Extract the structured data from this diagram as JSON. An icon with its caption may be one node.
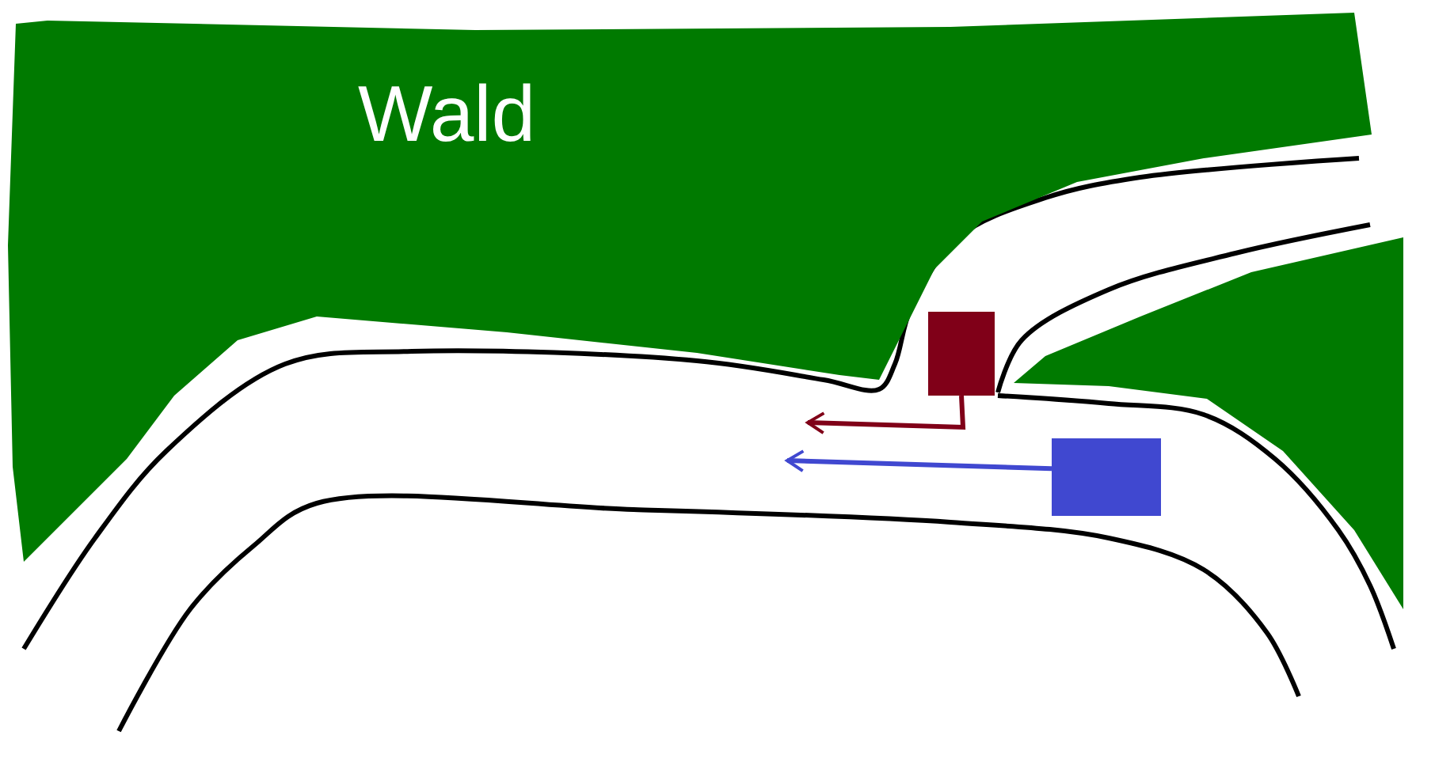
{
  "diagram": {
    "nodes": [
      {
        "text": [
          "Wald"
        ]
      },
      {
        "text": [],
        "shape": "box"
      },
      {
        "text": [],
        "shape": "box"
      }
    ],
    "edges": [
      {
        "from": 1,
        "to": null,
        "arrow": "to",
        "color": "#800018"
      },
      {
        "from": 2,
        "to": null,
        "arrow": "to",
        "color": "#4048d0"
      }
    ]
  }
}
